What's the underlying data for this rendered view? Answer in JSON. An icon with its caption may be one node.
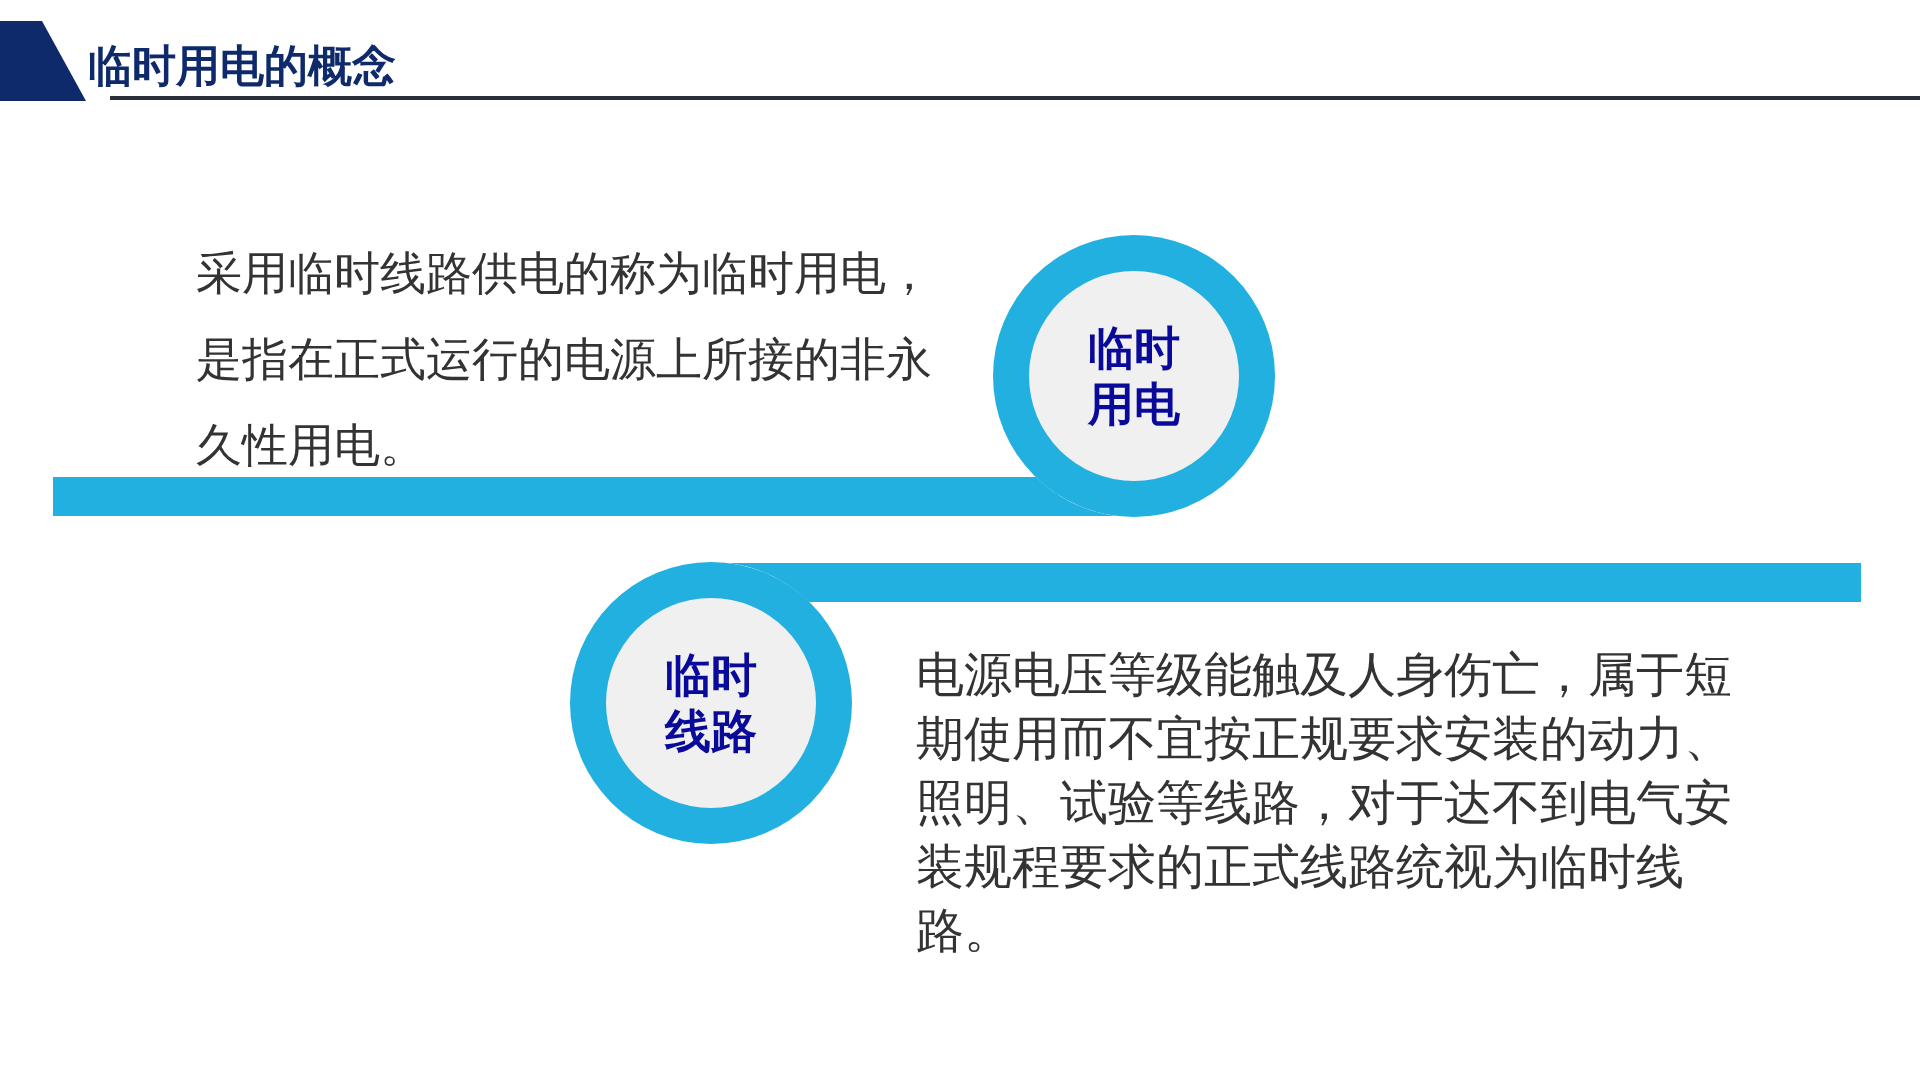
{
  "diagram": {
    "title": "临时用电的概念",
    "nodes": [
      {
        "text": [
          "临时用电"
        ]
      },
      {
        "text": [
          "临时线路"
        ]
      },
      {
        "text": [],
        "shape": "bar"
      },
      {
        "text": [],
        "shape": "bar"
      }
    ],
    "labels": [
      "采用临时线路供电的称为临时用电，是指在正式运行的电源上所接的非永久性用电。",
      "电源电压等级能触及人身伤亡，属于短期使用而不宜按正规要求安装的动力、照明、试验等线路，对于达不到电气安装规程要求的正式线路统视为临时线路。"
    ]
  }
}
